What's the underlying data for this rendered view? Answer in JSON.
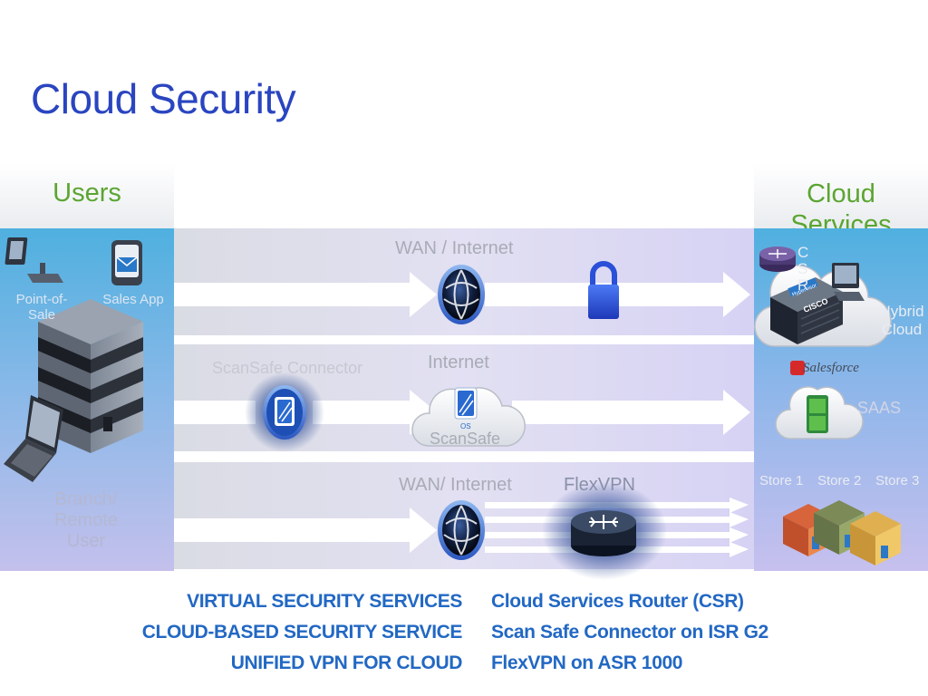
{
  "title": "Cloud Security",
  "columns": {
    "users": "Users",
    "cloud_services": "Cloud Services"
  },
  "users_panel": {
    "point_of_sale": "Point-of-Sale",
    "sales_app": "Sales App",
    "branch_user": "Branch/ Remote User"
  },
  "lanes": [
    {
      "label": "WAN / Internet"
    },
    {
      "label": "Internet",
      "connector_label": "ScanSafe Connector",
      "cloud_label": "ScanSafe",
      "cloud_badge": "OS"
    },
    {
      "label": "WAN/ Internet",
      "router_label": "FlexVPN"
    }
  ],
  "cloud_panel": {
    "csr": "CSR",
    "hybrid_cloud": "Hybrid Cloud",
    "salesforce": "Salesforce",
    "saas": "SAAS",
    "stores": [
      "Store 1",
      "Store 2",
      "Store 3"
    ],
    "server_brand": "CISCO",
    "server_badge": "Hypervisor"
  },
  "bottom": [
    {
      "left": "VIRTUAL SECURITY SERVICES",
      "right": "Cloud Services Router (CSR)"
    },
    {
      "left": "CLOUD-BASED SECURITY SERVICE",
      "right": "Scan Safe Connector on ISR G2"
    },
    {
      "left": "UNIFIED VPN FOR CLOUD",
      "right": "FlexVPN on ASR 1000"
    }
  ],
  "colors": {
    "title": "#2a45c0",
    "column_label": "#5ba531",
    "bottom_text": "#2268c4",
    "lock": "#2a4fd8"
  }
}
